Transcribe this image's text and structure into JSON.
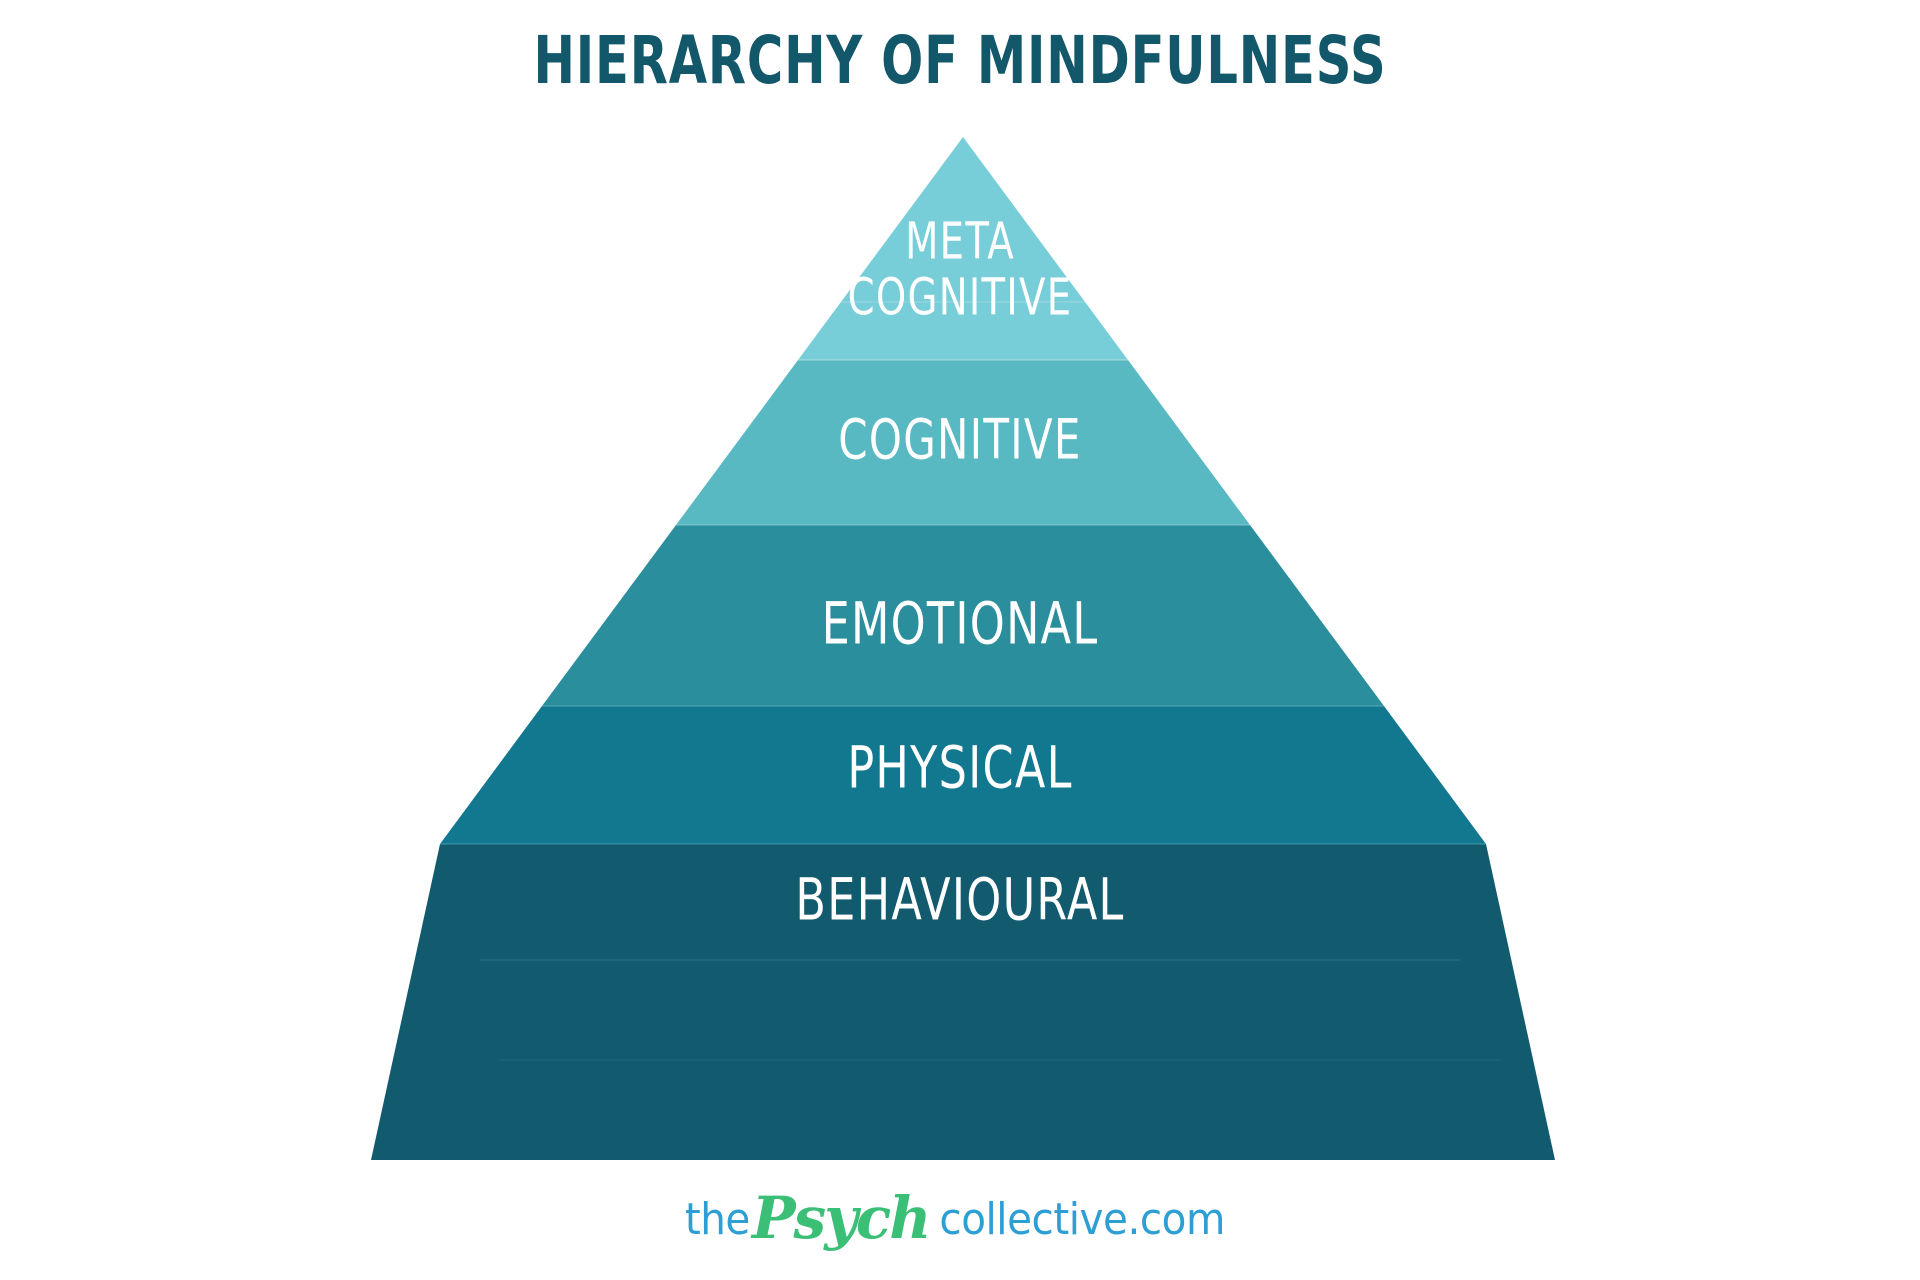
{
  "page": {
    "title": "HIERARCHY OF MINDFULNESS",
    "background_color": "#ffffff",
    "title_color": "#13576b"
  },
  "chart_data": {
    "type": "pyramid",
    "title": "HIERARCHY OF MINDFULNESS",
    "subtitle": "",
    "xlabel": "",
    "ylabel": "",
    "orientation": "apex-up",
    "level_count": 5,
    "note": "Five-level mindfulness pyramid; level 1 is the apex (narrowest) and level 5 is the base (widest).",
    "categories": [
      "META COGNITIVE",
      "COGNITIVE",
      "EMOTIONAL",
      "PHYSICAL",
      "BEHAVIOURAL"
    ],
    "values": [
      1,
      2,
      3,
      4,
      5
    ],
    "levels": [
      {
        "rank": 1,
        "label": "META COGNITIVE",
        "label_line_1": "META",
        "label_line_2": "COGNITIVE",
        "color": "#78ced8",
        "position": "apex"
      },
      {
        "rank": 2,
        "label": "COGNITIVE",
        "label_line_1": "COGNITIVE",
        "label_line_2": "",
        "color": "#58b9c3",
        "position": "upper-middle"
      },
      {
        "rank": 3,
        "label": "EMOTIONAL",
        "label_line_1": "EMOTIONAL",
        "label_line_2": "",
        "color": "#2a8e9d",
        "position": "middle"
      },
      {
        "rank": 4,
        "label": "PHYSICAL",
        "label_line_1": "PHYSICAL",
        "label_line_2": "",
        "color": "#12788f",
        "position": "lower-middle"
      },
      {
        "rank": 5,
        "label": "BEHAVIOURAL",
        "label_line_1": "BEHAVIOURAL",
        "label_line_2": "",
        "color": "#125a6e",
        "position": "base"
      }
    ],
    "label_color": "#ffffff",
    "divider_color": "#a8d9e0",
    "legend": "none",
    "grid": false
  },
  "logo": {
    "word_the": "the",
    "word_psych": "Psych",
    "word_collective": "collective.com",
    "color_the": "#2e9fd4",
    "color_psych": "#3bbf77",
    "color_collective": "#2e9fd4"
  }
}
